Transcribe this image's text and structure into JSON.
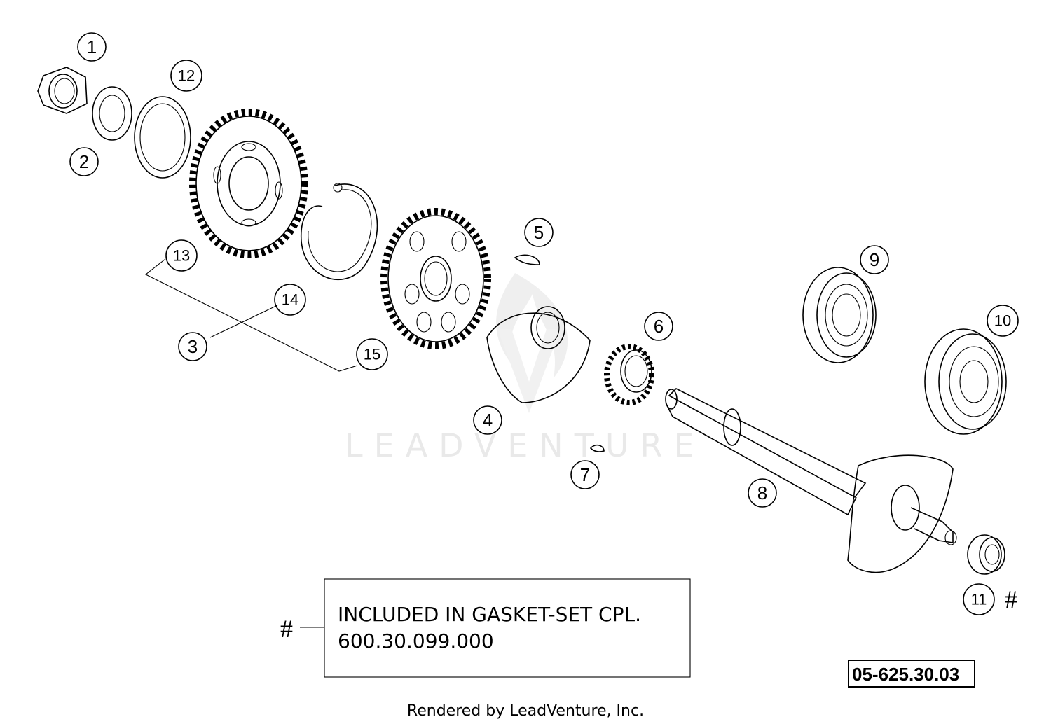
{
  "callouts": [
    "1",
    "2",
    "12",
    "13",
    "14",
    "3",
    "15",
    "5",
    "4",
    "6",
    "7",
    "9",
    "10",
    "8",
    "11"
  ],
  "note": {
    "line1": "INCLUDED IN GASKET-SET CPL.",
    "line2": "600.30.099.000",
    "marker": "#"
  },
  "part11_marker": "#",
  "diagram_code": "05-625.30.03",
  "watermark": "LEADVENTURE",
  "footer": "Rendered by LeadVenture, Inc."
}
